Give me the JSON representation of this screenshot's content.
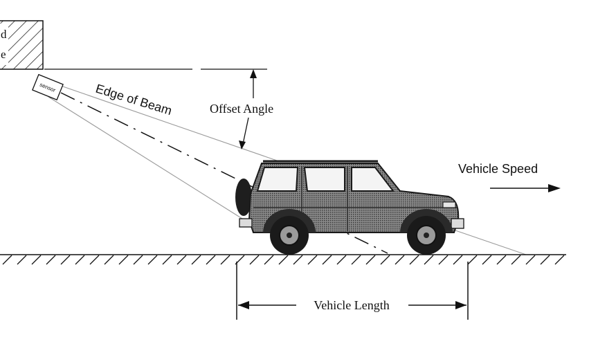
{
  "labels": {
    "mount_partial": [
      "d",
      "e"
    ],
    "sensor": "sensor",
    "edge_of_beam": "Edge of Beam",
    "offset_angle": "Offset Angle",
    "vehicle_speed": "Vehicle Speed",
    "vehicle_length": "Vehicle Length"
  },
  "colors": {
    "ink": "#111111",
    "beam": "#9a9a9a",
    "vehicle_body": "#6e6e6e",
    "vehicle_dark": "#2a2a2a",
    "window": "#f4f4f4",
    "background": "#ffffff"
  }
}
